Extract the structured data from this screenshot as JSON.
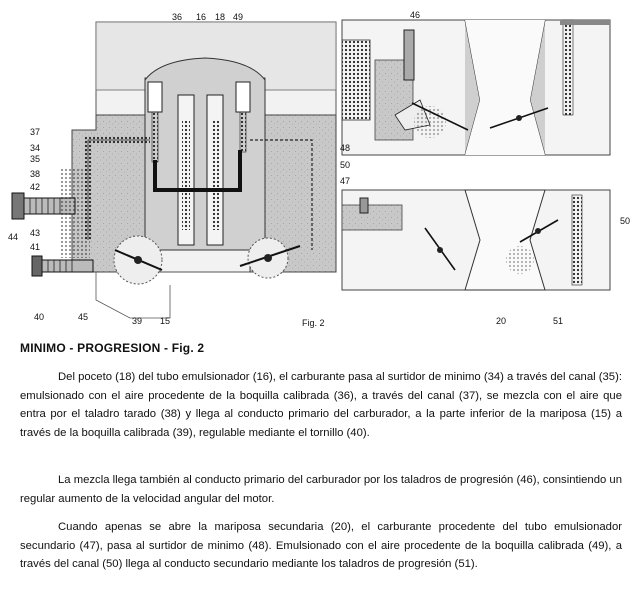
{
  "figure": {
    "caption": "Fig. 2",
    "labels_top": [
      "36",
      "16",
      "18",
      "49",
      "46"
    ],
    "labels_left": [
      "37",
      "34",
      "35",
      "38",
      "42",
      "43",
      "44",
      "41"
    ],
    "labels_right": [
      "48",
      "50",
      "47",
      "50"
    ],
    "labels_bottom": [
      "40",
      "45",
      "39",
      "15",
      "20",
      "51"
    ]
  },
  "heading": "MINIMO - PROGRESION - Fig. 2",
  "paragraphs": [
    "Del poceto (18) del tubo emulsionador (16), el carburante pasa al surtidor de minimo (34) a través del canal (35): emulsionado con el aire procedente de la boquilla calibrada (36), a través del canal (37), se mezcla con el aire que entra por el taladro tarado (38) y llega al conducto primario del carburador, a la parte inferior de la mariposa (15) a través de la boquilla calibrada (39), regulable mediante el tornillo (40).",
    "La mezcla llega también al conducto primario del carburador por los taladros de progresión (46), consintiendo un regular aumento de la velocidad angular del motor.",
    "Cuando apenas se abre la mariposa secundaria (20), el carburante procedente del tubo emulsionador secundario (47), pasa al surtidor de minimo (48). Emulsionado con el aire procedente de la boquilla calibrada (49), a través del canal (50) llega al conducto secundario mediante los taladros de progresión (51)."
  ]
}
